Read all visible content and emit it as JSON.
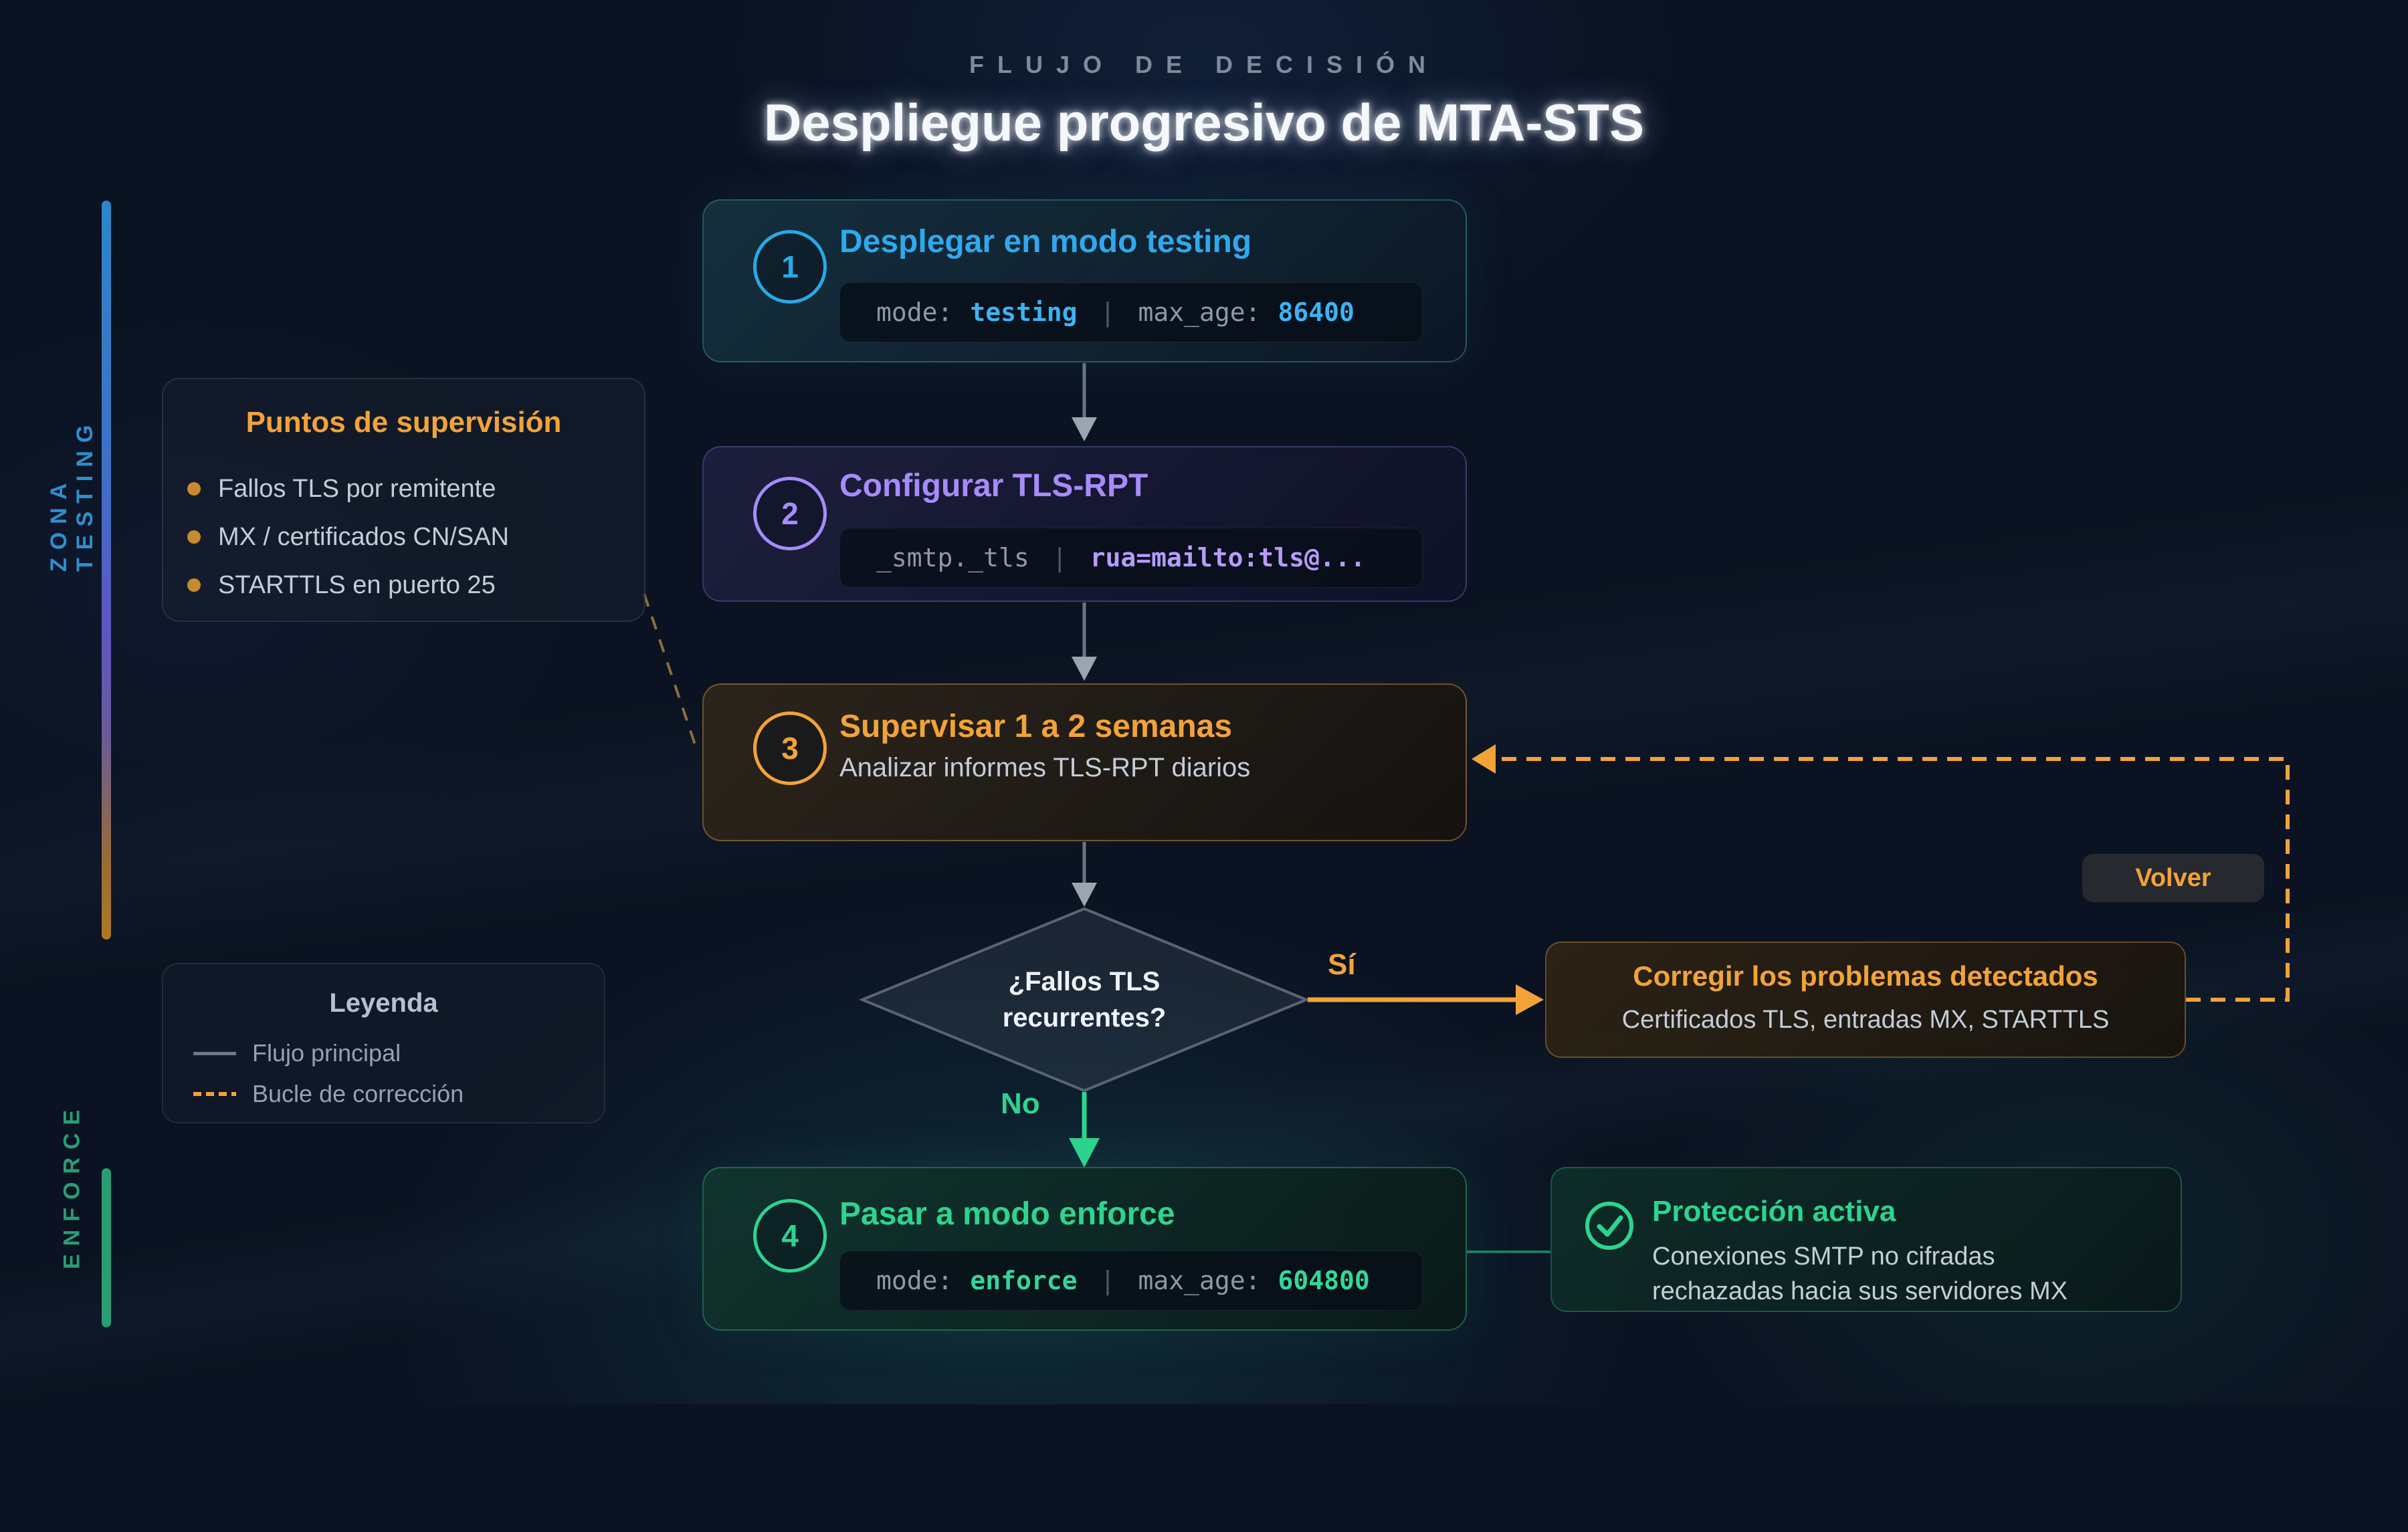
{
  "header": {
    "kicker": "FLUJO DE DECISIÓN",
    "title": "Despliegue progresivo de MTA-STS"
  },
  "rails": {
    "testing_label": "ZONA TESTING",
    "enforce_label": "ENFORCE"
  },
  "monitor_panel": {
    "title": "Puntos de supervisión",
    "items": [
      "Fallos TLS por remitente",
      "MX / certificados CN/SAN",
      "STARTTLS en puerto 25"
    ]
  },
  "legend": {
    "title": "Leyenda",
    "solid_label": "Flujo principal",
    "dashed_label": "Bucle de corrección"
  },
  "step1": {
    "number": "1",
    "title": "Desplegar en modo testing",
    "code": {
      "k1": "mode:",
      "v1": "testing",
      "sep": "|",
      "k2": "max_age:",
      "v2": "86400"
    }
  },
  "step2": {
    "number": "2",
    "title": "Configurar TLS-RPT",
    "code": {
      "k1": "_smtp._tls",
      "sep": "|",
      "v1": "rua=mailto:tls@..."
    }
  },
  "step3": {
    "number": "3",
    "title": "Supervisar 1 a 2 semanas",
    "subtitle": "Analizar informes TLS-RPT diarios"
  },
  "decision": {
    "line1": "¿Fallos TLS",
    "line2": "recurrentes?",
    "yes_label": "Sí",
    "no_label": "No"
  },
  "fix_box": {
    "title": "Corregir los problemas detectados",
    "subtitle": "Certificados TLS, entradas MX, STARTTLS"
  },
  "volver_button": {
    "label": "Volver"
  },
  "step4": {
    "number": "4",
    "title": "Pasar a modo enforce",
    "code": {
      "k1": "mode:",
      "v1": "enforce",
      "sep": "|",
      "k2": "max_age:",
      "v2": "604800"
    }
  },
  "protection": {
    "title": "Protección activa",
    "line1": "Conexiones SMTP no cifradas",
    "line2": "rechazadas hacia sus servidores MX"
  },
  "colors": {
    "blue": "#29a9e8",
    "purple": "#a78bfa",
    "orange": "#f2a338",
    "green": "#2dd48f",
    "flow_gray": "#6a7584",
    "text_muted": "#c3cdd9"
  }
}
